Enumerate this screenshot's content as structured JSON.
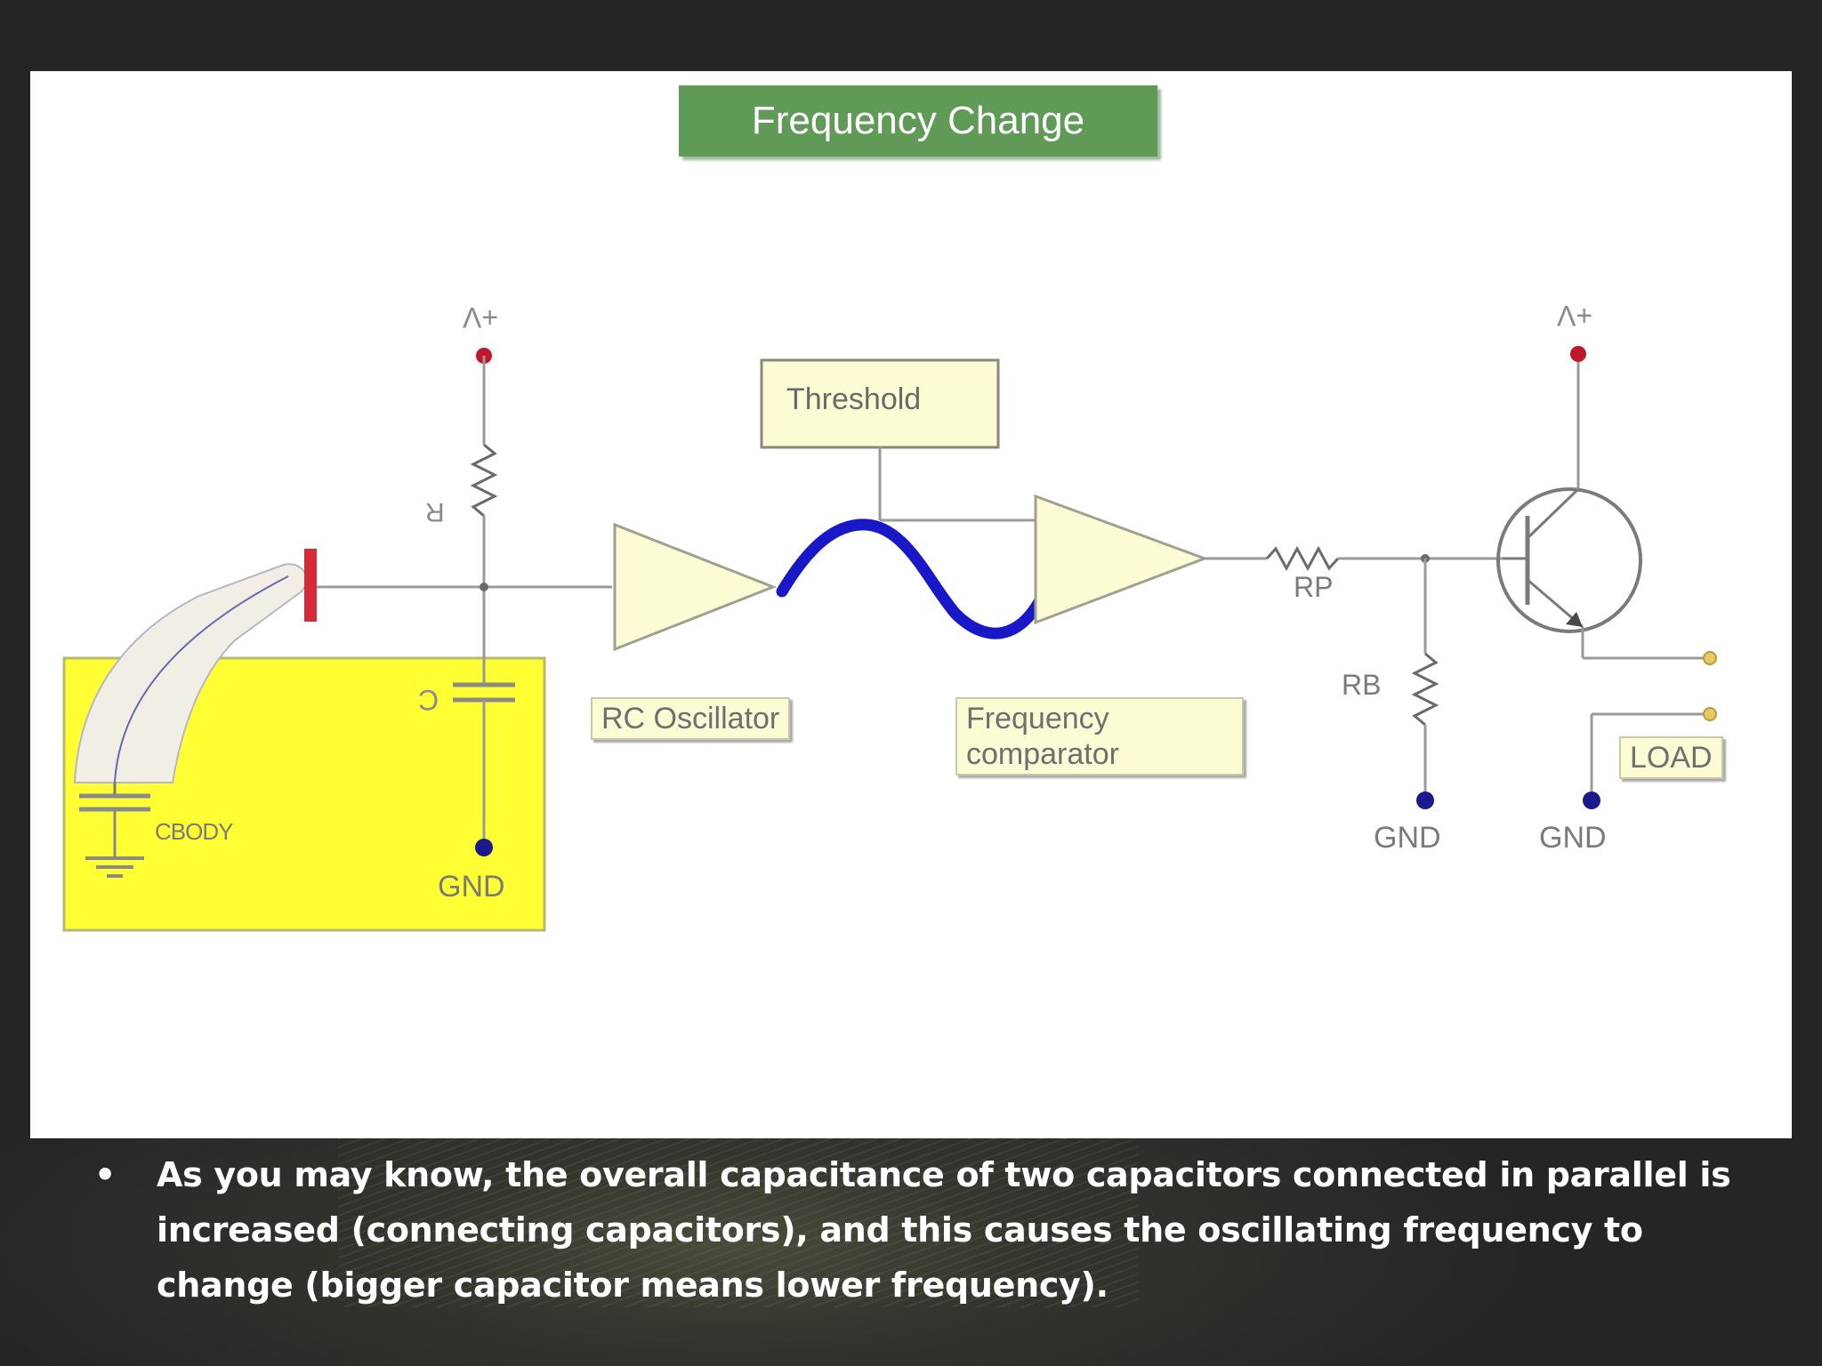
{
  "diagram": {
    "title": "Frequency Change",
    "labels": {
      "supply_left": "+V",
      "supply_right": "+V",
      "resistor_r": "R",
      "capacitor_c": "C",
      "gnd_left": "GND",
      "body_capacitance": "CBODY",
      "threshold": "Threshold",
      "rc_oscillator": "RC Oscillator",
      "frequency_comparator_line1": "Frequency",
      "frequency_comparator_line2": "comparator",
      "resistor_rp": "RP",
      "resistor_rb": "RB",
      "gnd_rb": "GND",
      "gnd_load": "GND",
      "load": "LOAD"
    },
    "colors": {
      "title_bg": "#5f9a57",
      "sensing_area": "#ffff33",
      "touch_pad": "#d42a3a",
      "waveform": "#1818c8",
      "node": "#c0182a",
      "gnd_node": "#1a1a8c"
    }
  },
  "text": {
    "bullet": "As you may know, the overall capacitance of two capacitors connected in parallel is increased (connecting capacitors), and this causes the oscillating frequency to change (bigger capacitor means lower frequency)."
  }
}
